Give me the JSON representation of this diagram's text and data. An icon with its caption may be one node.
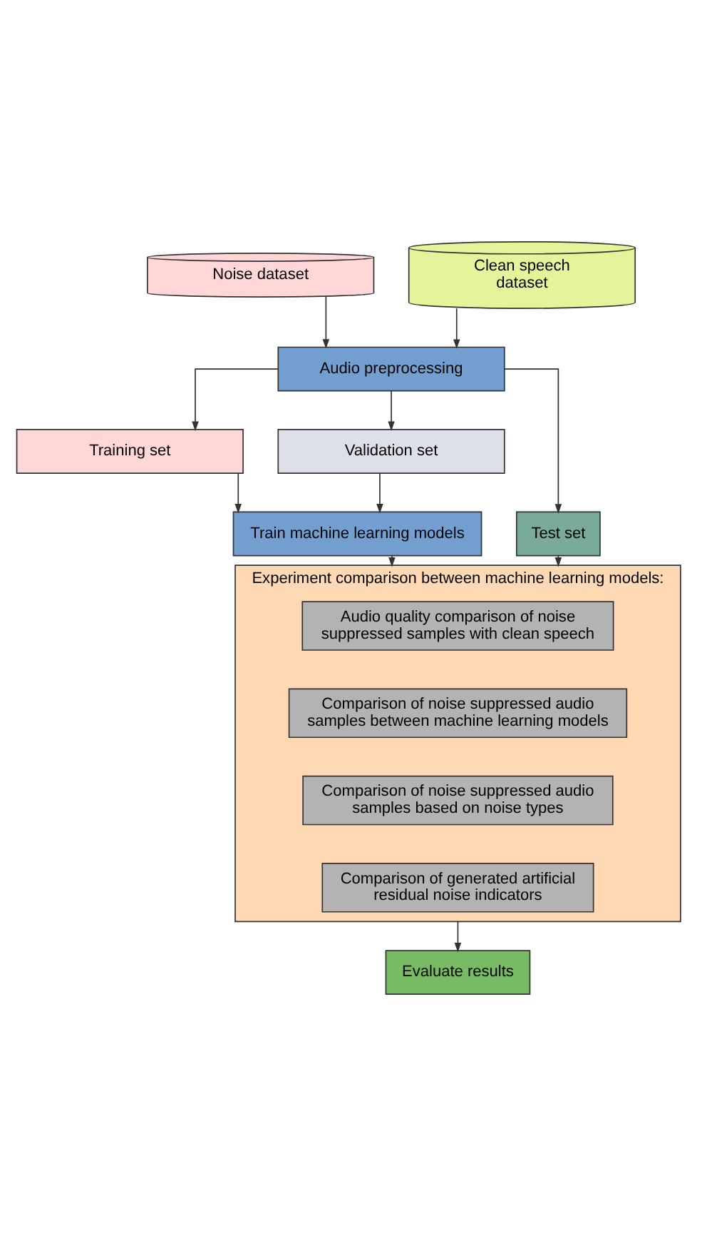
{
  "diagram": {
    "nodes": [
      {
        "text": [
          "Noise dataset"
        ]
      },
      {
        "text": [
          "Clean speech dataset"
        ]
      },
      {
        "text": [
          "Audio preprocessing"
        ]
      },
      {
        "text": [
          "Training set"
        ]
      },
      {
        "text": [
          "Validation set"
        ]
      },
      {
        "text": [
          "Test set"
        ]
      },
      {
        "text": [
          "Train machine learning models"
        ]
      },
      {
        "text": [
          "Experiment comparison between machine learning models:"
        ]
      },
      {
        "text": [
          "Audio quality comparison of noise suppressed samples with clean speech"
        ],
        "in": 7
      },
      {
        "text": [
          "Comparison of noise suppressed audio samples between machine learning models"
        ],
        "in": 7
      },
      {
        "text": [
          "Comparison of noise suppressed audio samples based on noise types"
        ],
        "in": 7
      },
      {
        "text": [
          "Comparison of generated artificial residual noise indicators"
        ],
        "in": 7
      },
      {
        "text": [
          "Evaluate results"
        ]
      }
    ],
    "edges": [
      {
        "from": 0,
        "to": 2,
        "arrow": "to"
      },
      {
        "from": 1,
        "to": 2,
        "arrow": "to"
      },
      {
        "from": 2,
        "to": 3,
        "arrow": "to"
      },
      {
        "from": 2,
        "to": 4,
        "arrow": "to"
      },
      {
        "from": 2,
        "to": 5,
        "arrow": "to"
      },
      {
        "from": 3,
        "to": 6,
        "arrow": "to"
      },
      {
        "from": 4,
        "to": 6,
        "arrow": "to"
      },
      {
        "from": 6,
        "to": 7,
        "arrow": "to"
      },
      {
        "from": 5,
        "to": 7,
        "arrow": "to"
      },
      {
        "from": 7,
        "to": 12,
        "arrow": "to"
      }
    ]
  }
}
